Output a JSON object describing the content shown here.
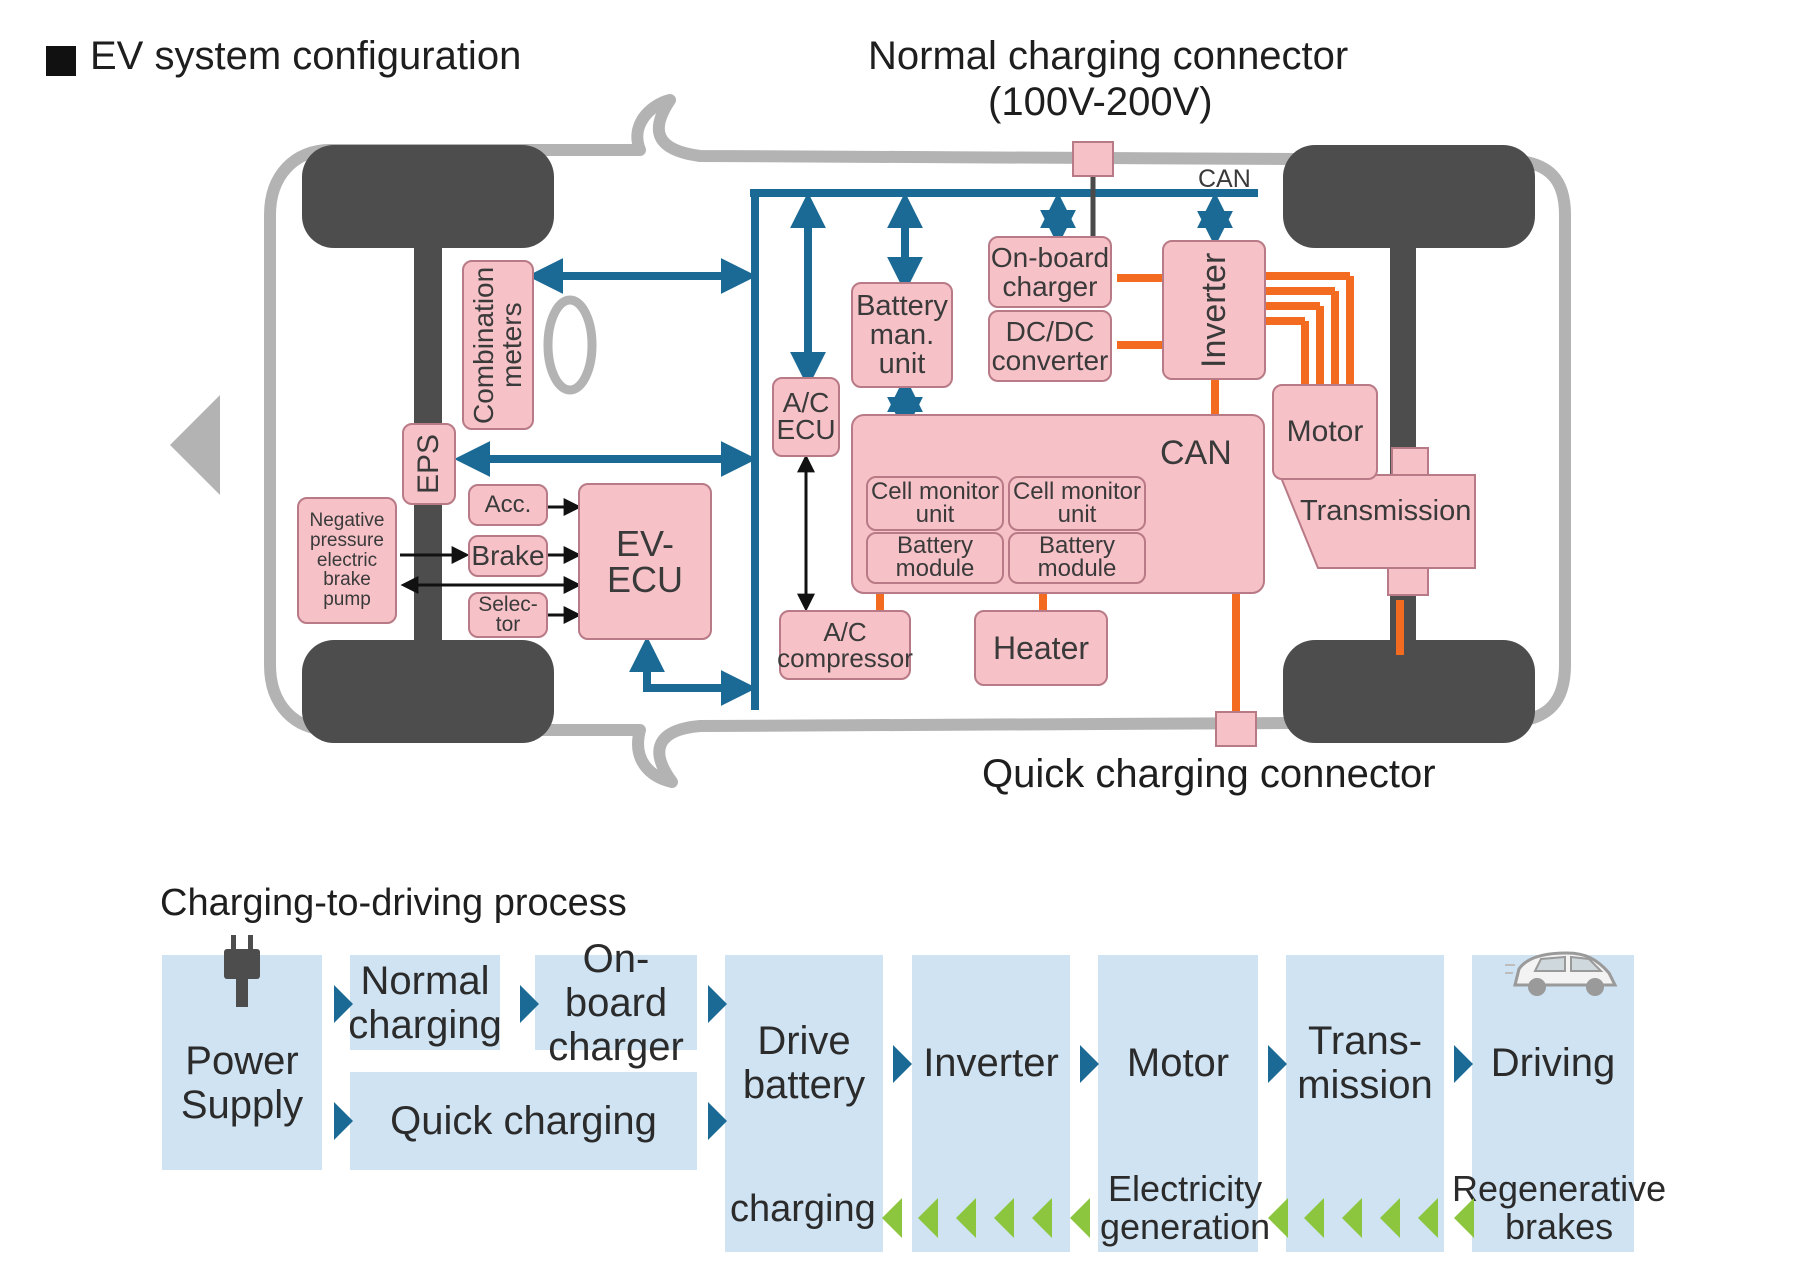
{
  "header": {
    "title": "EV system configuration",
    "normal_connector": "Normal charging connector",
    "normal_voltage": "(100V-200V)",
    "quick_connector": "Quick charging connector"
  },
  "components": {
    "combination_meters": "Combination meters",
    "eps": "EPS",
    "neg_pump": "Negative pressure electric brake pump",
    "acc": "Acc.",
    "brake": "Brake",
    "selector": "Selec-\ntor",
    "ev_ecu": "EV-ECU",
    "ac_ecu": "A/C\nECU",
    "ac_compressor": "A/C\ncompressor",
    "battery_man_unit": "Battery\nman.\nunit",
    "onboard_charger": "On-board\ncharger",
    "dcdc": "DC/DC\nconverter",
    "inverter": "Inverter",
    "motor": "Motor",
    "transmission": "Transmission",
    "can_top": "CAN",
    "can_battery": "CAN",
    "cell_monitor_1": "Cell monitor\nunit",
    "battery_module_1": "Battery\nmodule",
    "cell_monitor_2": "Cell monitor\nunit",
    "battery_module_2": "Battery\nmodule",
    "heater": "Heater"
  },
  "process": {
    "title": "Charging-to-driving process",
    "power_supply": "Power\nSupply",
    "normal_charging": "Normal\ncharging",
    "onboard_charger": "On-board\ncharger",
    "quick_charging": "Quick charging",
    "drive_battery": "Drive\nbattery",
    "inverter": "Inverter",
    "motor": "Motor",
    "transmission": "Trans-\nmission",
    "driving": "Driving",
    "charging": "charging",
    "electricity_generation": "Electricity\ngeneration",
    "regenerative_brakes": "Regenerative\nbrakes"
  },
  "colors": {
    "can_blue": "#1a6a95",
    "power_orange": "#f26b21",
    "component_pink": "#f6c2c8",
    "process_blue": "#cfe3f3",
    "regen_green": "#8cc63f",
    "tire_gray": "#4d4d4d",
    "body_gray": "#b3b3b3"
  },
  "icons": [
    "plug-icon",
    "car-icon",
    "front-arrow-icon"
  ]
}
